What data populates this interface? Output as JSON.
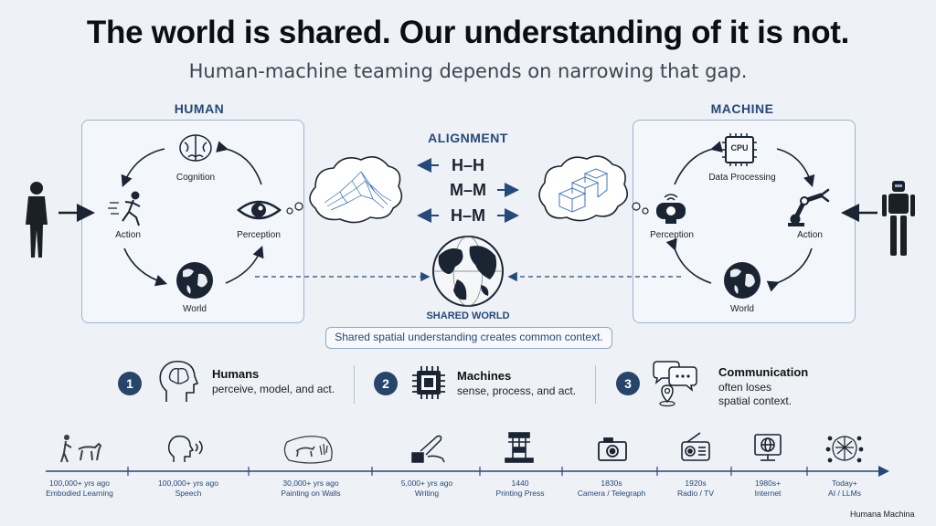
{
  "header": {
    "title": "The world is shared. Our understanding of it is not.",
    "subtitle": "Human-machine teaming depends on narrowing that gap."
  },
  "human_panel": {
    "label": "HUMAN",
    "nodes": {
      "cognition": "Cognition",
      "action": "Action",
      "perception": "Perception",
      "world": "World"
    }
  },
  "machine_panel": {
    "label": "MACHINE",
    "nodes": {
      "data_processing": "Data Processing",
      "perception": "Perception",
      "action": "Action",
      "world": "World"
    },
    "chip_text": "CPU"
  },
  "alignment": {
    "title": "ALIGNMENT",
    "rows": [
      "H–H",
      "M–M",
      "H–M"
    ]
  },
  "shared_world": {
    "label": "SHARED WORLD"
  },
  "callout": {
    "text": "Shared spatial understanding creates common context."
  },
  "points": [
    {
      "num": "1",
      "title": "Humans",
      "body": "perceive, model, and act."
    },
    {
      "num": "2",
      "title": "Machines",
      "body": "sense, process, and act."
    },
    {
      "num": "3",
      "title": "Communication",
      "body_line1": "often loses",
      "body_line2": "spatial context."
    }
  ],
  "timeline": [
    {
      "date": "100,000+ yrs ago",
      "label": "Embodied Learning",
      "icon": "human-and-animal-icon"
    },
    {
      "date": "100,000+ yrs ago",
      "label": "Speech",
      "icon": "speaking-head-icon"
    },
    {
      "date": "30,000+ yrs ago",
      "label": "Painting on Walls",
      "icon": "cave-painting-icon"
    },
    {
      "date": "5,000+ yrs ago",
      "label": "Writing",
      "icon": "quill-writing-icon"
    },
    {
      "date": "1440",
      "label": "Printing Press",
      "icon": "printing-press-icon"
    },
    {
      "date": "1830s",
      "label": "Camera / Telegraph",
      "icon": "camera-icon"
    },
    {
      "date": "1920s",
      "label": "Radio / TV",
      "icon": "radio-icon"
    },
    {
      "date": "1980s+",
      "label": "Internet",
      "icon": "globe-monitor-icon"
    },
    {
      "date": "Today+",
      "label": "AI / LLMs",
      "icon": "neural-network-icon"
    }
  ],
  "footer": {
    "brand": "Humana Machina"
  },
  "colors": {
    "accent": "#24497a",
    "panel_border": "#9db3d4",
    "badge": "#27446b",
    "background": "#eef1f5"
  }
}
